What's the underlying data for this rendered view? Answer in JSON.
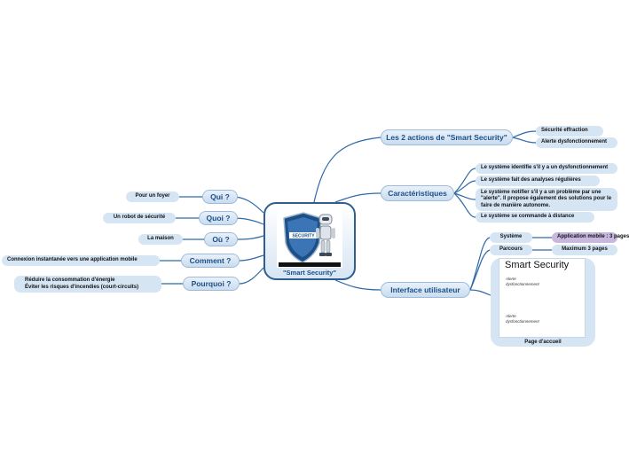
{
  "center": {
    "label": "\"Smart Security\""
  },
  "right_branches": {
    "actions": {
      "label": "Les 2 actions de \"Smart Security\"",
      "children": [
        "Sécurité effraction",
        "Alerte dysfonctionnement"
      ]
    },
    "features": {
      "label": "Caractéristiques",
      "children": [
        "Le système identifie s'il y a un dysfonctionnement",
        "Le système fait des analyses régulières",
        "Le système notifier s'il y a un problème par une \"alerte\". Il propose également des solutions pour le faire de manière autonome.",
        "Le système se commande à distance"
      ]
    },
    "interface": {
      "label": "Interface utilisateur",
      "systeme": {
        "label": "Système",
        "value": "Application mobile : 3 pages"
      },
      "parcours": {
        "label": "Parcours",
        "value": "Maximum 3 pages"
      },
      "home_card": {
        "screen_title": "Smart Security",
        "note1": "Alerte\ndysfonctionnement",
        "note2": "Alerte\ndysfonctionnement",
        "caption": "Page d'accueil"
      }
    }
  },
  "left_branches": [
    {
      "label": "Qui ?",
      "child": "Pour un foyer"
    },
    {
      "label": "Quoi ?",
      "child": "Un robot de sécurité"
    },
    {
      "label": "Où ?",
      "child": "La maison"
    },
    {
      "label": "Comment ?",
      "child": "Connexion instantanée vers une application mobile"
    },
    {
      "label": "Pourquoi ?",
      "child_lines": [
        "Réduire la consommation d'énergie",
        "Éviter les risques d'incendies (court-circuits)"
      ]
    }
  ],
  "colors": {
    "line": "#2f6aa8",
    "node_text": "#1b4f86",
    "leaf_bg": "#d6e5f4",
    "highlight_leaf": "#c8b8e0"
  }
}
